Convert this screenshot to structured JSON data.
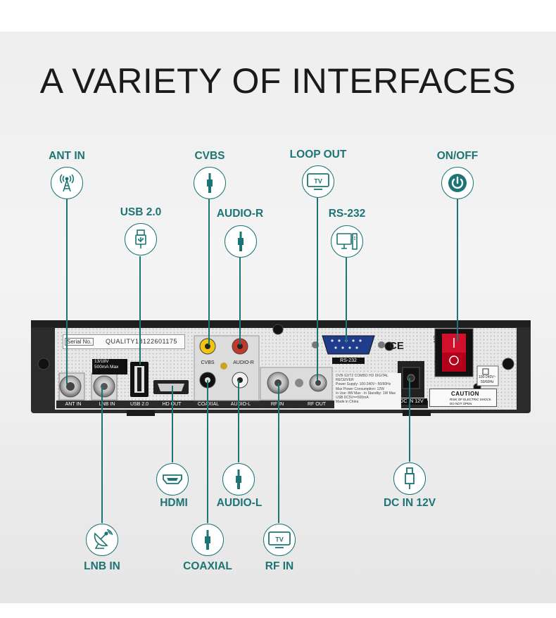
{
  "title": "A VARIETY OF INTERFACES",
  "colors": {
    "accent": "#1c7574",
    "panel": "#eeeeee",
    "device": "#2a2a2a"
  },
  "callouts": {
    "ant_in": {
      "label": "ANT IN",
      "icon": "antenna-tower-icon"
    },
    "usb": {
      "label": "USB 2.0",
      "icon": "usb-icon"
    },
    "cvbs": {
      "label": "CVBS",
      "icon": "av-plug-icon"
    },
    "audio_r": {
      "label": "AUDIO-R",
      "icon": "av-plug-icon"
    },
    "loop_out": {
      "label": "LOOP OUT",
      "icon": "tv-icon",
      "icon_text": "TV"
    },
    "rs232": {
      "label": "RS-232",
      "icon": "computer-icon"
    },
    "on_off": {
      "label": "ON/OFF",
      "icon": "power-icon"
    },
    "hdmi": {
      "label": "HDMI",
      "icon": "hdmi-plug-icon"
    },
    "audio_l": {
      "label": "AUDIO-L",
      "icon": "av-plug-icon"
    },
    "dc_in": {
      "label": "DC IN 12V",
      "icon": "dc-plug-icon"
    },
    "lnb_in": {
      "label": "LNB IN",
      "icon": "satellite-dish-icon"
    },
    "coaxial": {
      "label": "COAXIAL",
      "icon": "av-plug-icon"
    },
    "rf_in": {
      "label": "RF IN",
      "icon": "tv-icon",
      "icon_text": "TV"
    }
  },
  "device": {
    "serial_label": "Serial No.",
    "serial_value": "QUALITY18122601175",
    "lnb_sticker": [
      "13/18V",
      "500mA Max"
    ],
    "ports": {
      "ant_in": "ANT IN",
      "lnb_in": "LNB IN",
      "usb": "USB 2.0",
      "hd_out": "HD OUT",
      "coaxial": "COAXIAL",
      "audio_l": "AUDIO-L",
      "audio_r": "AUDIO-R",
      "cvbs": "CVBS",
      "rf_in": "RF IN",
      "rf_out": "RF OUT",
      "rs232": "RS-232",
      "dc_in": "DC IN 12V"
    },
    "switch_on": "ON",
    "switch_off": "OFF",
    "ce": "CE",
    "specs": [
      "DVB-S2/T2 COMBO HD DIGITAL RECEIVER",
      "Power Supply: 100-240V~ 50/60Hz",
      "Max Power Consumption: 12W",
      "In Use: 8W Max - In Standby: 1W Max",
      "USB DC5V==500mA",
      "Made in China"
    ],
    "voltage": [
      "100-240V~",
      "50/60Hz"
    ],
    "caution_title": "CAUTION",
    "caution_line1": "RISK OF ELECTRIC SHOCK",
    "caution_line2": "DO NOT OPEN"
  }
}
